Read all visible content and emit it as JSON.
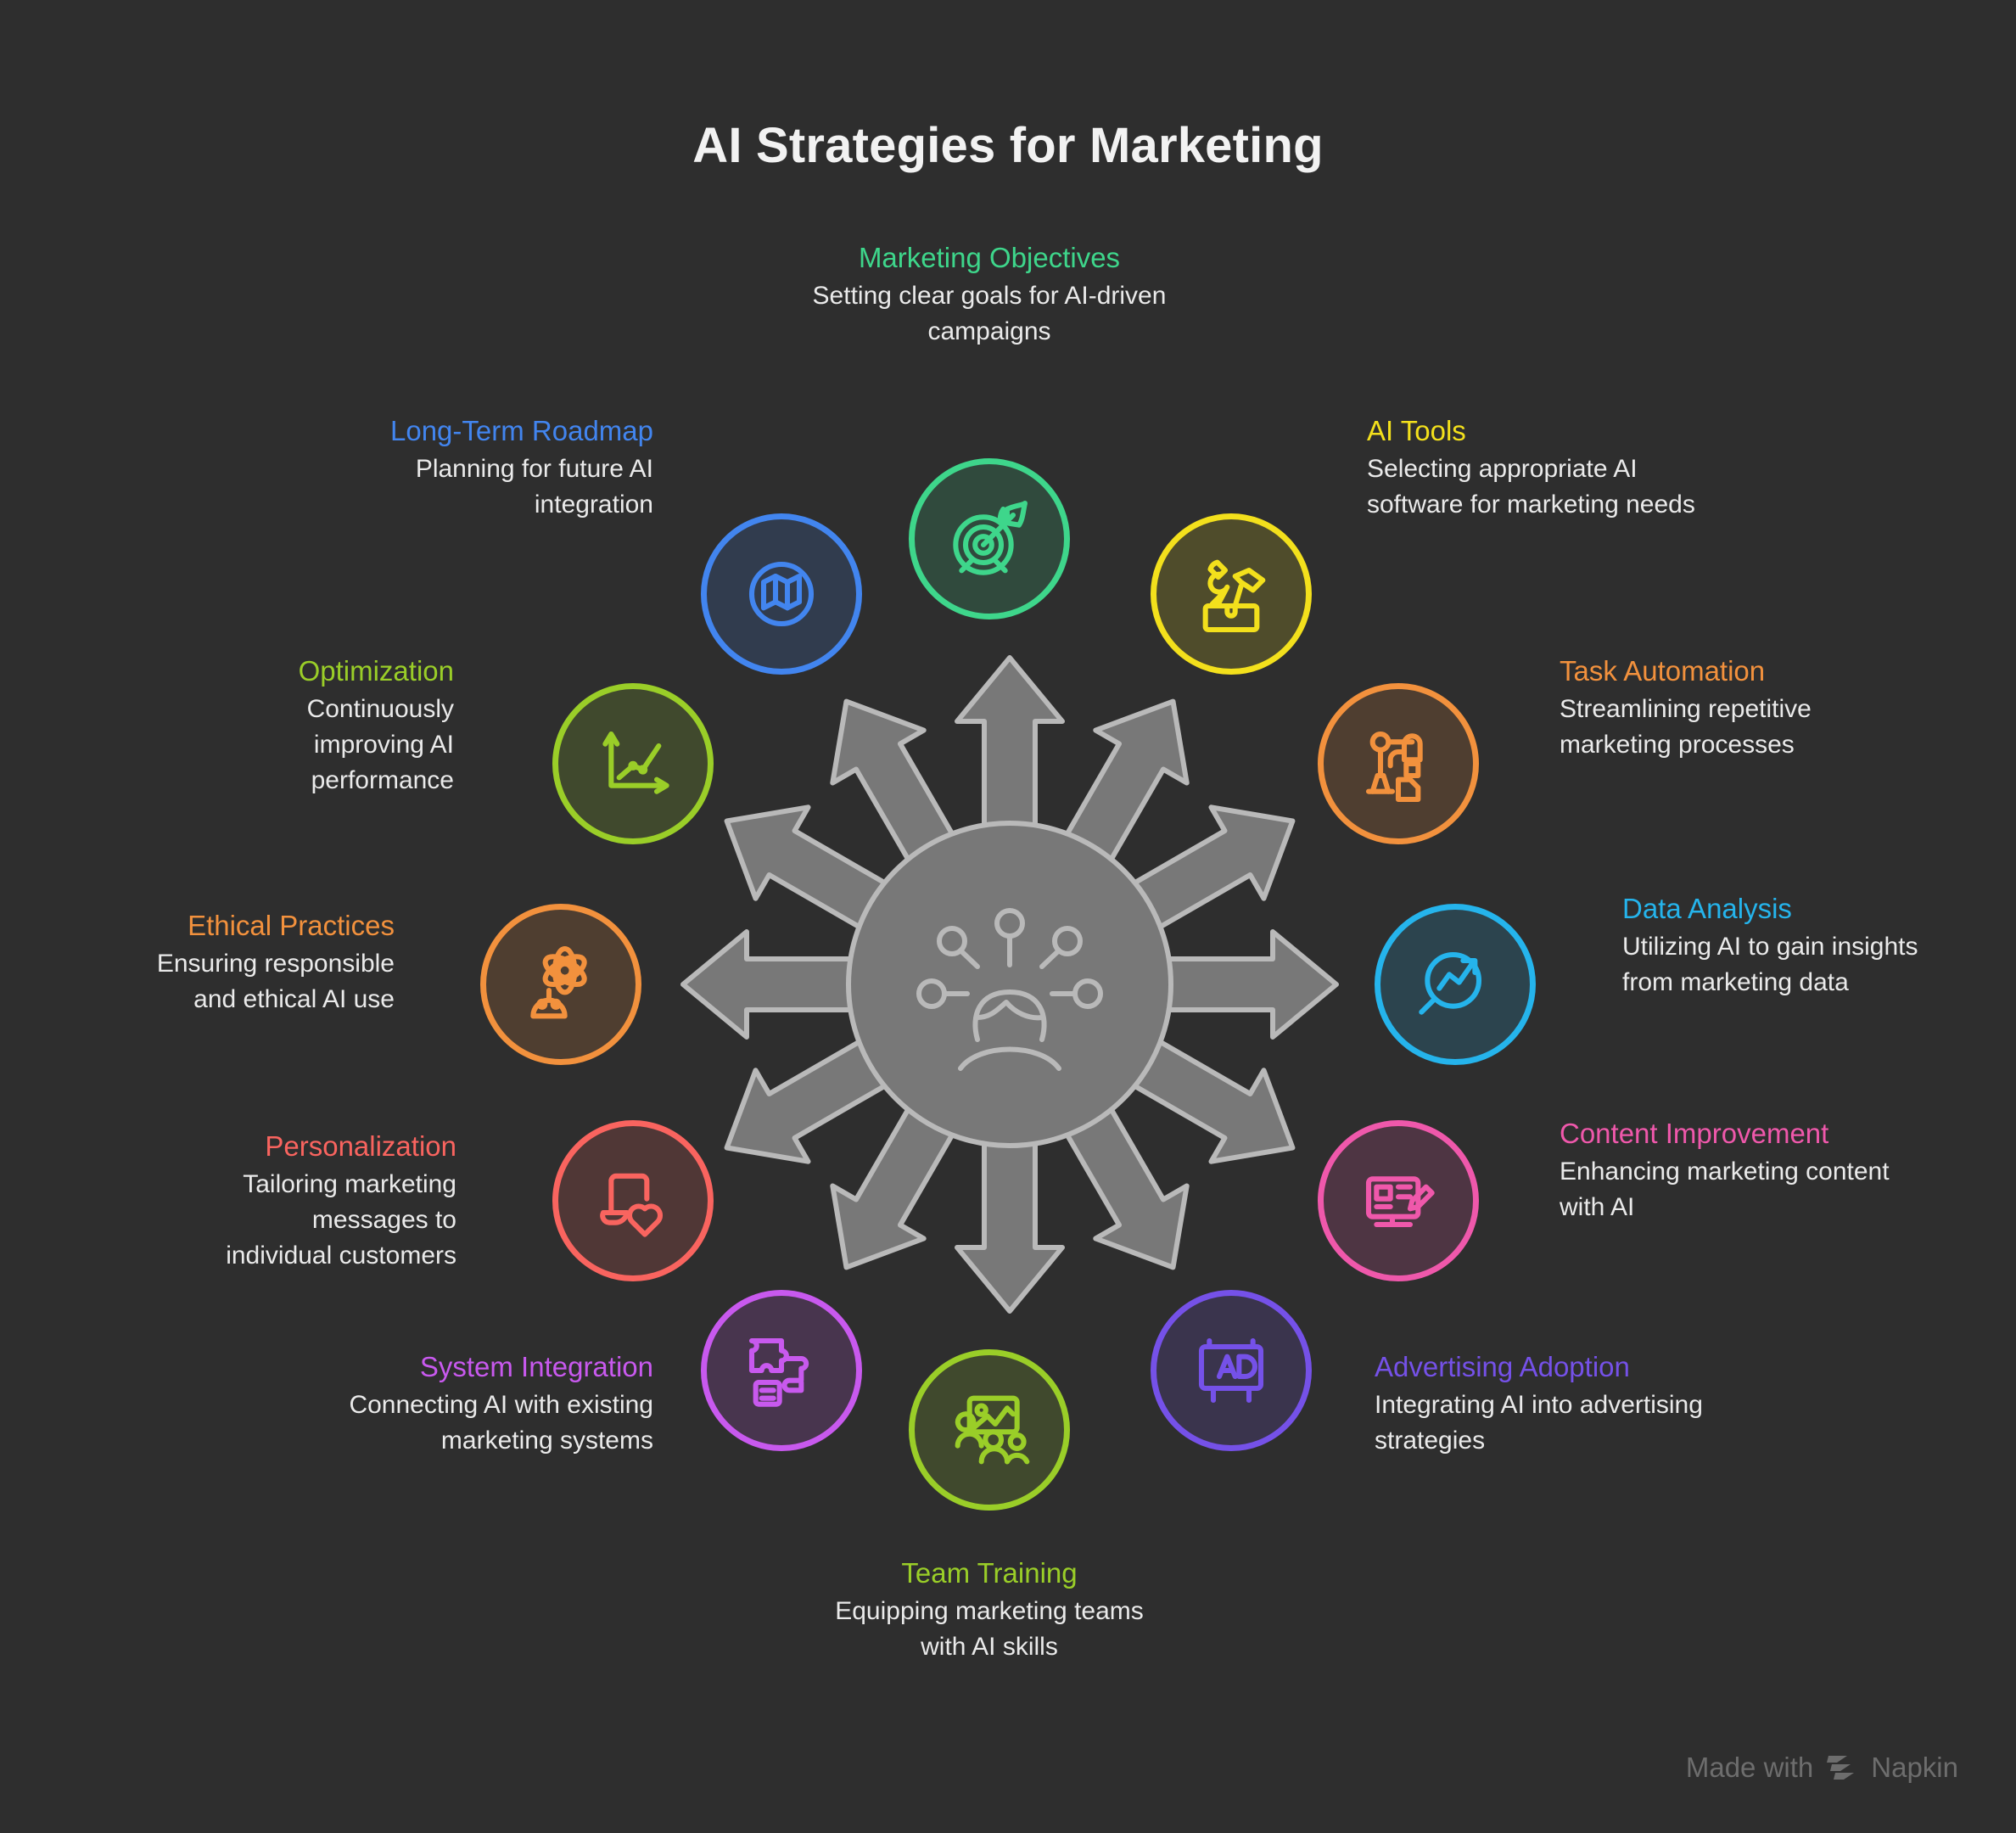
{
  "page": {
    "title": "AI Strategies for Marketing",
    "background_color": "#2e2e2e",
    "text_color": "#eaeaea"
  },
  "center": {
    "icon": "ai-network-person-icon",
    "color": "#7d7d7d",
    "stroke_color": "#b5b5b5",
    "arrow_count": 12
  },
  "nodes": [
    {
      "id": "marketing-objectives",
      "title": "Marketing Objectives",
      "description": "Setting clear goals for AI-driven campaigns",
      "color": "#3ed68b",
      "icon": "target-arrow-icon",
      "angle_deg": 270
    },
    {
      "id": "ai-tools",
      "title": "AI Tools",
      "description": "Selecting appropriate AI software for marketing needs",
      "color": "#f3e01c",
      "icon": "toolbox-icon",
      "angle_deg": 300
    },
    {
      "id": "task-automation",
      "title": "Task Automation",
      "description": "Streamlining repetitive marketing processes",
      "color": "#f2913d",
      "icon": "robot-arm-icon",
      "angle_deg": 330
    },
    {
      "id": "data-analysis",
      "title": "Data Analysis",
      "description": "Utilizing AI to gain insights from marketing data",
      "color": "#25b4ec",
      "icon": "chart-magnifier-icon",
      "angle_deg": 0
    },
    {
      "id": "content-improvement",
      "title": "Content Improvement",
      "description": "Enhancing marketing content with AI",
      "color": "#ef58ab",
      "icon": "design-tablet-pencil-icon",
      "angle_deg": 30
    },
    {
      "id": "advertising-adoption",
      "title": "Advertising Adoption",
      "description": "Integrating AI into advertising strategies",
      "color": "#7551e8",
      "icon": "ad-billboard-icon",
      "angle_deg": 60
    },
    {
      "id": "team-training",
      "title": "Team Training",
      "description": "Equipping marketing teams with AI skills",
      "color": "#9ace28",
      "icon": "presentation-training-icon",
      "angle_deg": 90
    },
    {
      "id": "system-integration",
      "title": "System Integration",
      "description": "Connecting AI with existing marketing systems",
      "color": "#c859ee",
      "icon": "puzzle-pieces-icon",
      "angle_deg": 120
    },
    {
      "id": "personalization",
      "title": "Personalization",
      "description": "Tailoring marketing messages to individual customers",
      "color": "#f9645f",
      "icon": "laptop-heart-icon",
      "angle_deg": 150
    },
    {
      "id": "ethical-practices",
      "title": "Ethical Practices",
      "description": "Ensuring responsible and ethical AI use",
      "color": "#f2913d",
      "icon": "robot-atom-icon",
      "angle_deg": 180
    },
    {
      "id": "optimization",
      "title": "Optimization",
      "description": "Continuously improving AI performance",
      "color": "#9ace28",
      "icon": "line-chart-axes-icon",
      "angle_deg": 210
    },
    {
      "id": "long-term-roadmap",
      "title": "Long-Term Roadmap",
      "description": "Planning for future AI integration",
      "color": "#4285ef",
      "icon": "map-icon",
      "angle_deg": 240
    }
  ],
  "watermark": {
    "prefix": "Made with",
    "brand": "Napkin",
    "icon": "napkin-logo-icon",
    "color": "#6d6d6d"
  }
}
